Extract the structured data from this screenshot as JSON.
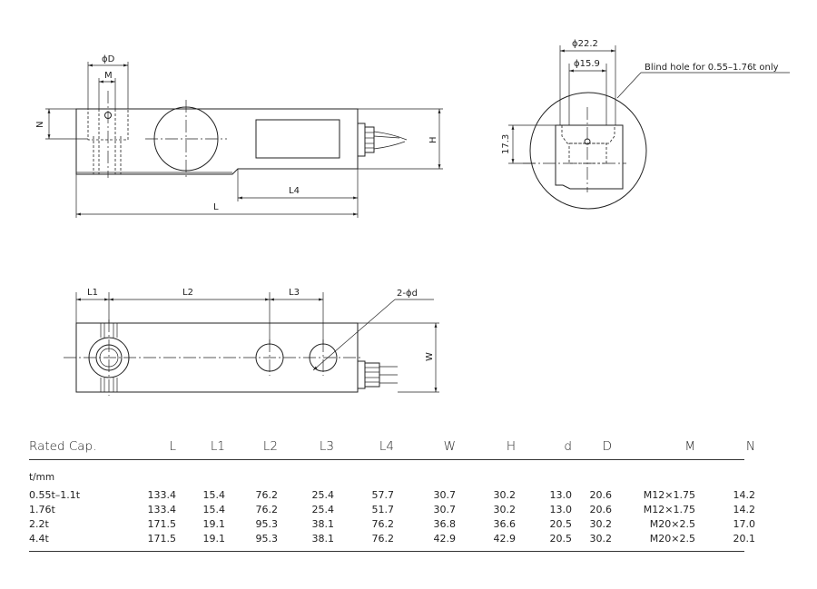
{
  "drawing": {
    "labels": {
      "phi_d_cap": "ϕD",
      "m": "M",
      "n": "N",
      "h": "H",
      "l4": "L4",
      "l": "L",
      "phi_22_2": "ϕ22.2",
      "phi_15_9": "ϕ15.9",
      "blind_hole": "Blind hole for 0.55–1.76t only",
      "dim_17_3": "17.3",
      "l1": "L1",
      "l2": "L2",
      "l3": "L3",
      "two_phi_d": "2-ϕd",
      "w": "W"
    }
  },
  "table": {
    "headers": [
      "Rated Cap.",
      "L",
      "L1",
      "L2",
      "L3",
      "L4",
      "W",
      "H",
      "d",
      "D",
      "M",
      "N"
    ],
    "unit": "t/mm",
    "rows": [
      [
        "0.55t–1.1t",
        "133.4",
        "15.4",
        "76.2",
        "25.4",
        "57.7",
        "30.7",
        "30.2",
        "13.0",
        "20.6",
        "M12×1.75",
        "14.2"
      ],
      [
        "1.76t",
        "133.4",
        "15.4",
        "76.2",
        "25.4",
        "51.7",
        "30.7",
        "30.2",
        "13.0",
        "20.6",
        "M12×1.75",
        "14.2"
      ],
      [
        "2.2t",
        "171.5",
        "19.1",
        "95.3",
        "38.1",
        "76.2",
        "36.8",
        "36.6",
        "20.5",
        "30.2",
        "M20×2.5",
        "17.0"
      ],
      [
        "4.4t",
        "171.5",
        "19.1",
        "95.3",
        "38.1",
        "76.2",
        "42.9",
        "42.9",
        "20.5",
        "30.2",
        "M20×2.5",
        "20.1"
      ]
    ]
  }
}
